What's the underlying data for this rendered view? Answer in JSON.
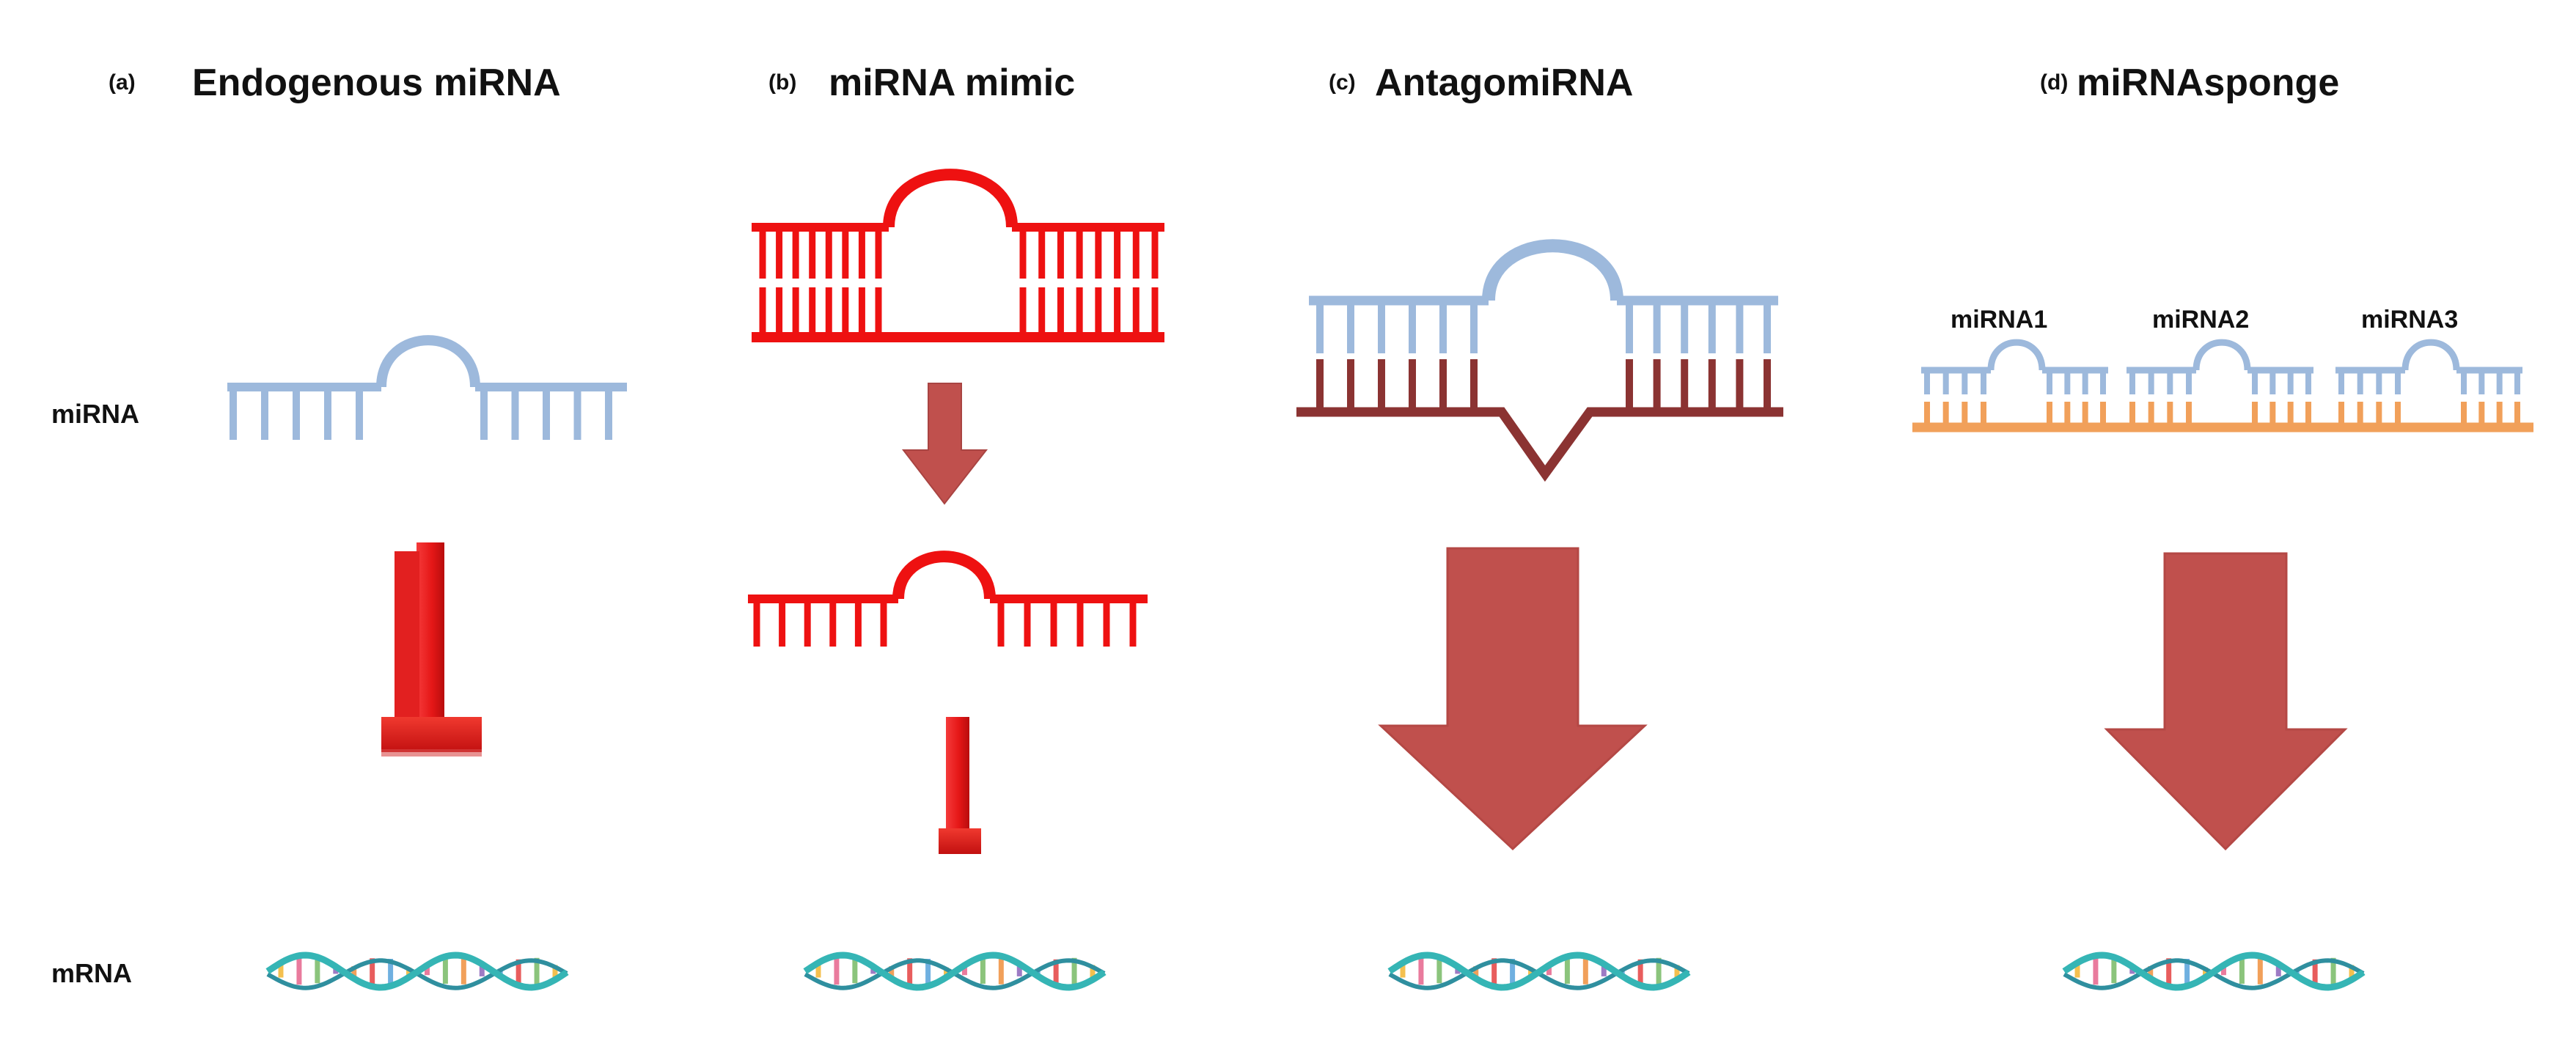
{
  "panels": [
    {
      "tag": "(a)",
      "title": "Endogenous miRNA"
    },
    {
      "tag": "(b)",
      "title": "miRNA mimic"
    },
    {
      "tag": "(c)",
      "title": "AntagomiRNA"
    },
    {
      "tag": "(d)",
      "title": "miRNAsponge"
    }
  ],
  "row_labels": {
    "mirna": "miRNA",
    "mrna": "mRNA"
  },
  "sponge_labels": [
    "miRNA1",
    "miRNA2",
    "miRNA3"
  ],
  "colors": {
    "mirna_blue": "#9db9dc",
    "mimic_red": "#ee1111",
    "antagomir_brown": "#8b3332",
    "sponge_orange": "#f1a05a",
    "arrow_brown": "#c0504d",
    "inhibit_red": "#e81c1c",
    "helix_teal": "#35b5b5"
  },
  "icons": {
    "inhibition": "inhibition-t-bar-icon",
    "upregulation": "down-arrow-icon",
    "mrna": "mrna-helix-icon"
  }
}
